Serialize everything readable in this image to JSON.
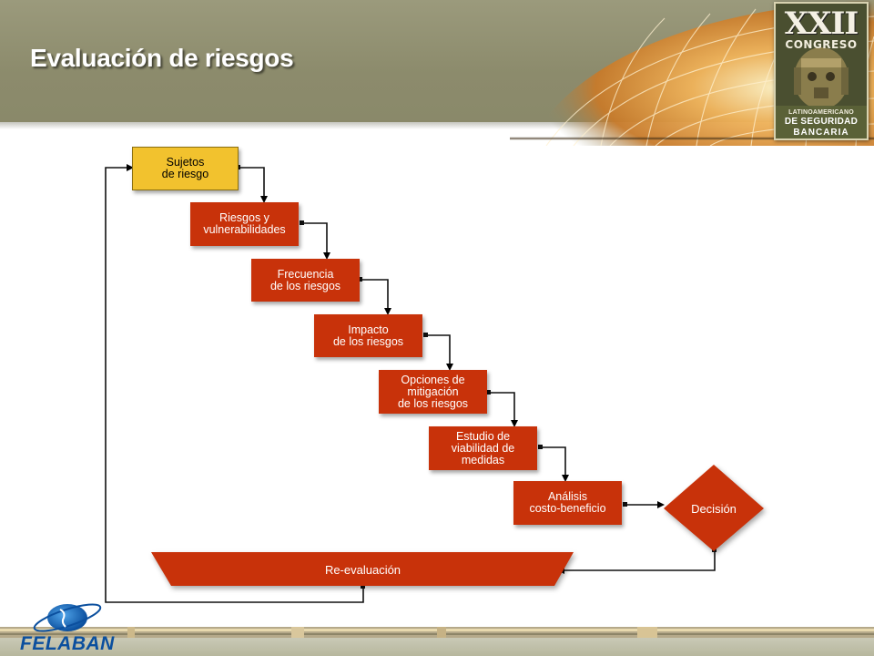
{
  "header": {
    "title": "Evaluación de riesgos",
    "background_color": "#9b9a7c"
  },
  "badge": {
    "roman": "XXII",
    "congreso": "CONGRESO",
    "latinoamericano": "LATINOAMERICANO",
    "seguridad": "DE SEGURIDAD",
    "bancaria": "BANCARIA"
  },
  "diagram": {
    "box_color": "#c8320a",
    "start_color": "#f2c22e",
    "steps": [
      "Sujetos\nde riesgo",
      "Riesgos y\nvulnerabilidades",
      "Frecuencia\nde los riesgos",
      "Impacto\nde los riesgos",
      "Opciones de\nmitigación\nde los riesgos",
      "Estudio de\nviabilidad de\nmedidas",
      "Análisis\ncosto-beneficio"
    ],
    "decision": "Decisión",
    "reevaluation": "Re-evaluación"
  },
  "footer": {
    "logo_text": "FELABAN",
    "logo_color": "#0b4f9e"
  }
}
